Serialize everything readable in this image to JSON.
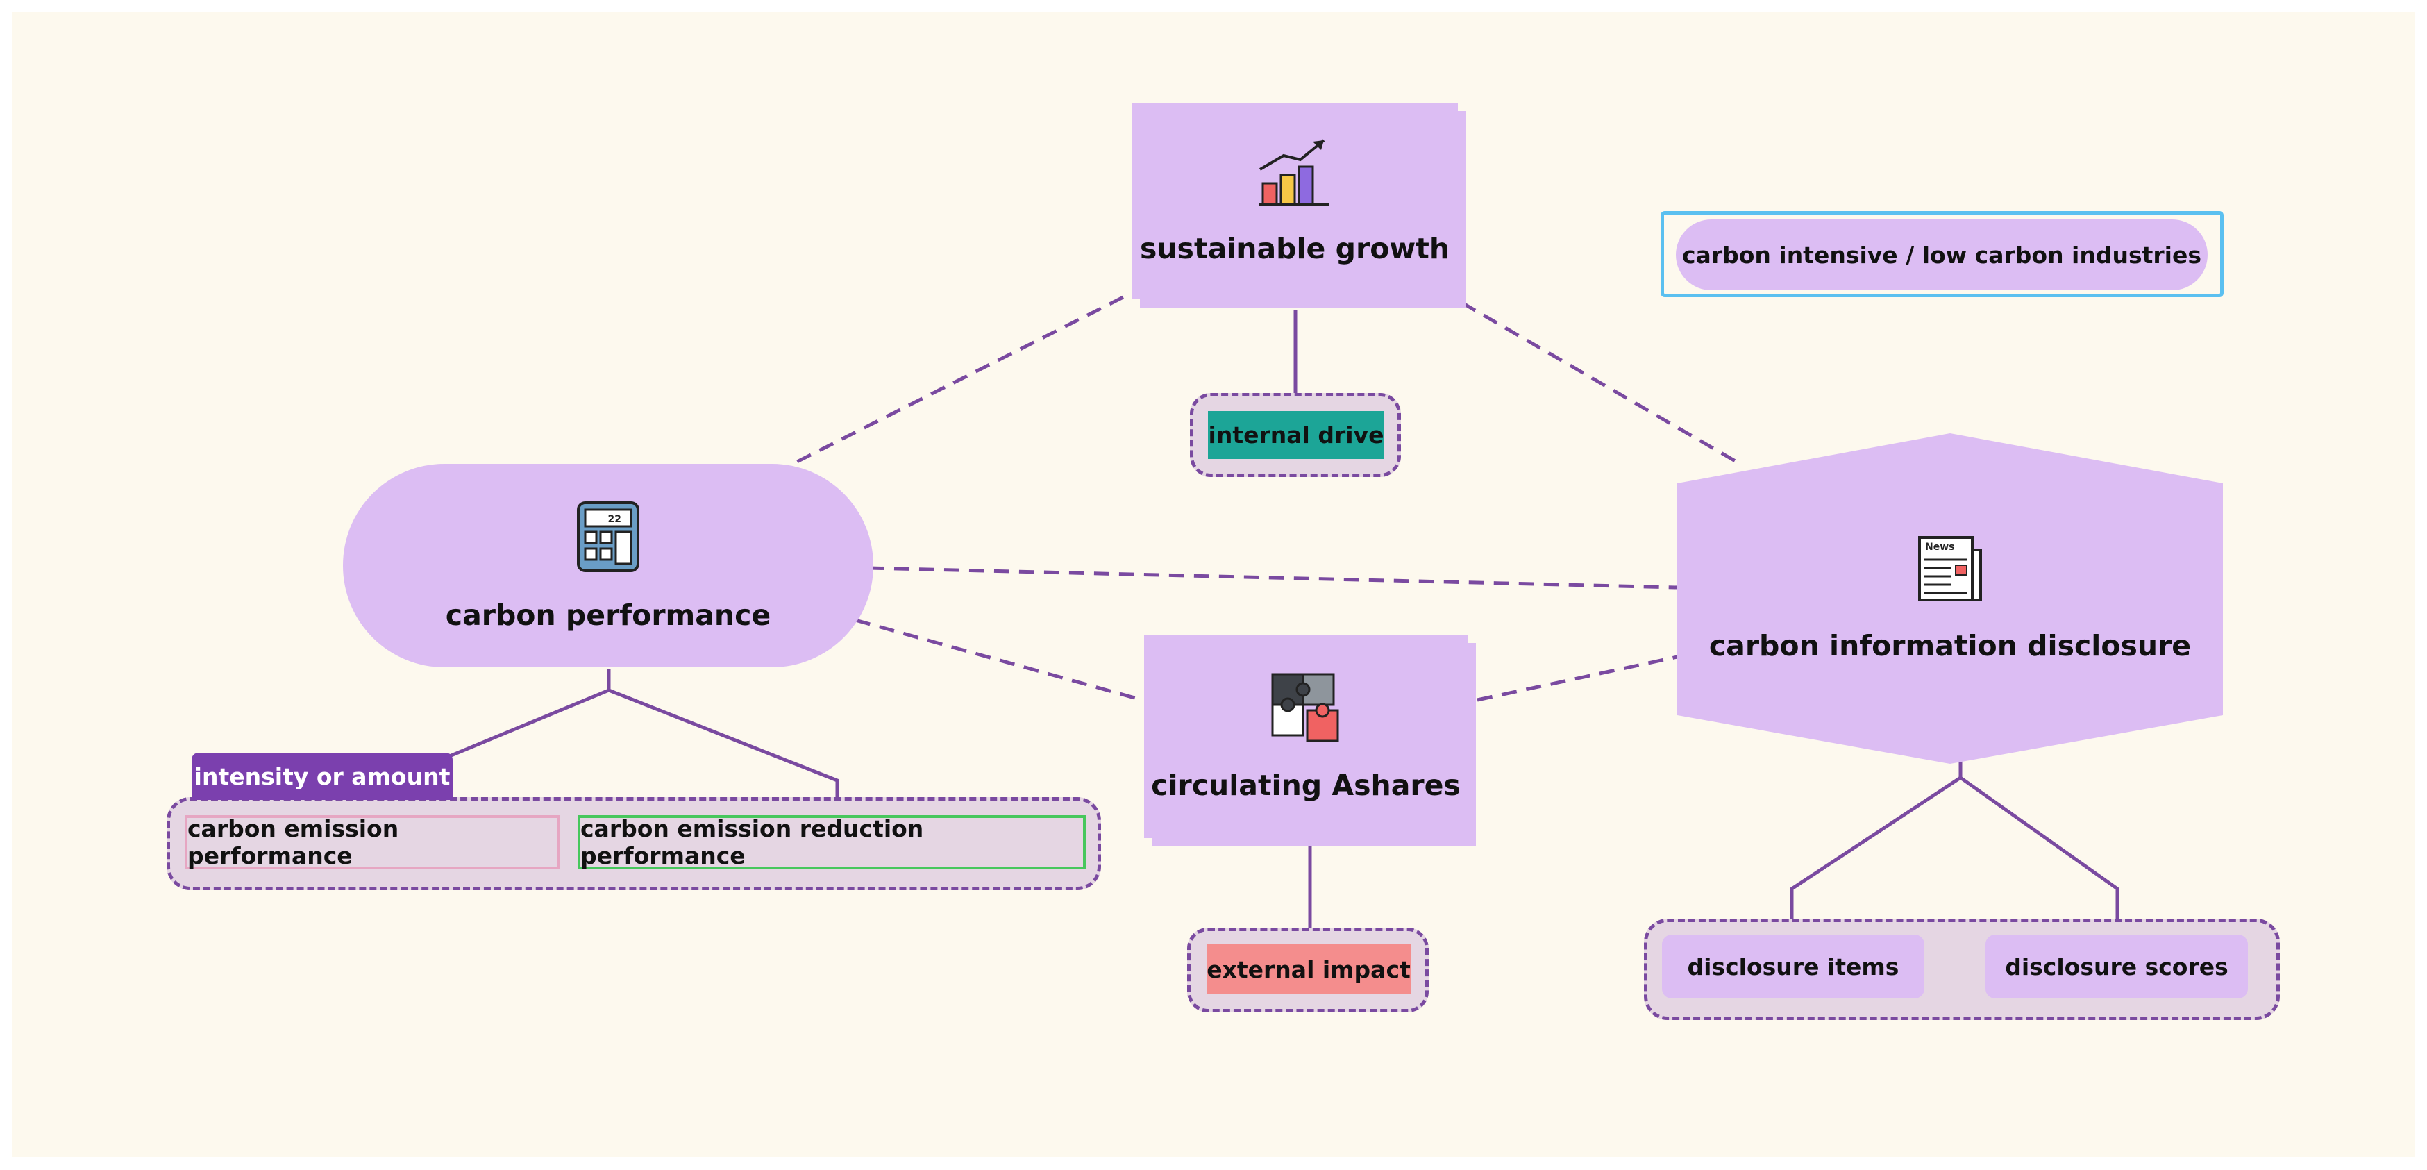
{
  "colors": {
    "background": "#fdf9ee",
    "node_fill": "#dcbdf3",
    "connector": "#7a4aa0",
    "group_fill": "#e5d6e3",
    "internal_drive": "#1ca597",
    "external_impact": "#f48d8d",
    "intensity_badge": "#7b40ae",
    "legend_border": "#5bc0f0",
    "pink_border": "#e6a6c2",
    "green_border": "#47c75d"
  },
  "nodes": {
    "sustainable_growth": {
      "label": "sustainable growth",
      "icon": "growth-chart-icon"
    },
    "carbon_performance": {
      "label": "carbon performance",
      "icon": "calculator-icon"
    },
    "circulating_ashares": {
      "label": "circulating Ashares",
      "icon": "puzzle-icon"
    },
    "carbon_information_disclosure": {
      "label": "carbon information disclosure",
      "icon": "newspaper-icon"
    }
  },
  "tags": {
    "internal_drive": "internal drive",
    "external_impact": "external impact",
    "intensity_or_amount": "intensity or amount",
    "carbon_emission_performance": "carbon emission performance",
    "carbon_emission_reduction_performance": "carbon emission reduction performance",
    "disclosure_items": "disclosure items",
    "disclosure_scores": "disclosure scores"
  },
  "legend": {
    "label": "carbon intensive / low carbon industries"
  },
  "icon_text": {
    "calculator_display": "22",
    "newspaper_header": "News"
  }
}
